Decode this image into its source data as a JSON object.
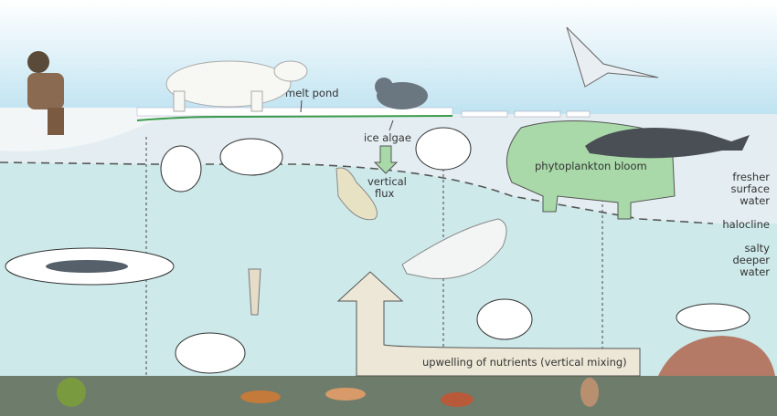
{
  "labels": {
    "melt_pond": "melt pond",
    "ice_algae": "ice algae",
    "vertical_flux_1": "vertical",
    "vertical_flux_2": "flux",
    "phytoplankton_bloom": "phytoplankton bloom",
    "fresher_1": "fresher",
    "fresher_2": "surface",
    "fresher_3": "water",
    "halocline": "halocline",
    "salty_1": "salty",
    "salty_2": "deeper",
    "salty_3": "water",
    "upwelling": "upwelling of nutrients (vertical mixing)"
  },
  "colors": {
    "sky_top": "#ffffff",
    "sky_bottom": "#bfe3f1",
    "surface_water": "#e4eef2",
    "deep_water": "#cde9ea",
    "seabed": "#6e7c6c",
    "bloom": "#a9d9a8",
    "upwelling_arrow": "#ece7d6"
  }
}
